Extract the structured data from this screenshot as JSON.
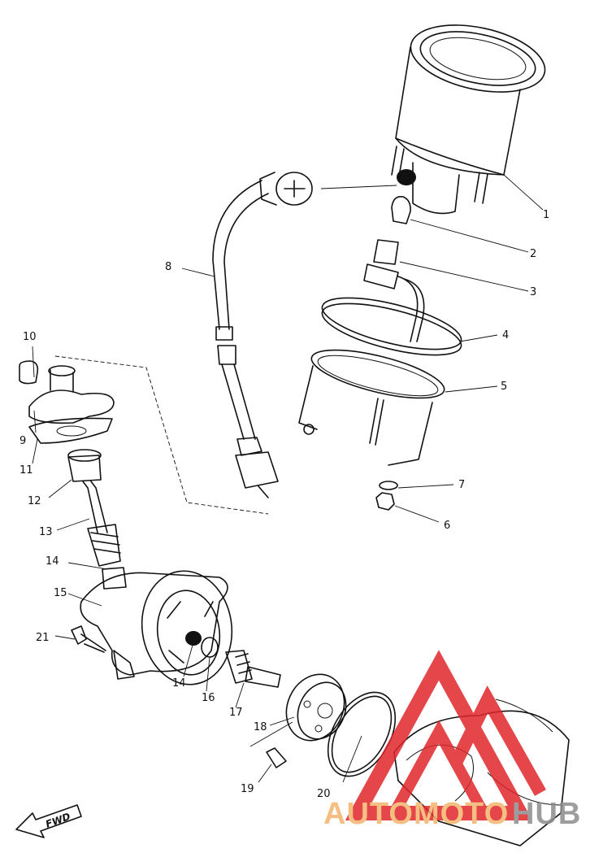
{
  "diagram": {
    "parts": [
      {
        "no": "1"
      },
      {
        "no": "2"
      },
      {
        "no": "3"
      },
      {
        "no": "4"
      },
      {
        "no": "5"
      },
      {
        "no": "6"
      },
      {
        "no": "7"
      },
      {
        "no": "8"
      },
      {
        "no": "9"
      },
      {
        "no": "10"
      },
      {
        "no": "11"
      },
      {
        "no": "12"
      },
      {
        "no": "13"
      },
      {
        "no": "14"
      },
      {
        "no": "15"
      },
      {
        "no": "14"
      },
      {
        "no": "16"
      },
      {
        "no": "17"
      },
      {
        "no": "18"
      },
      {
        "no": "19"
      },
      {
        "no": "20"
      },
      {
        "no": "21"
      }
    ],
    "fwd_label": "FWD"
  },
  "watermark": {
    "text_a": "AUTOMOTO",
    "text_b": "HUB",
    "color_red": "#e0262b",
    "color_orange": "#f3b46a",
    "color_gray": "#8d8d8d"
  }
}
